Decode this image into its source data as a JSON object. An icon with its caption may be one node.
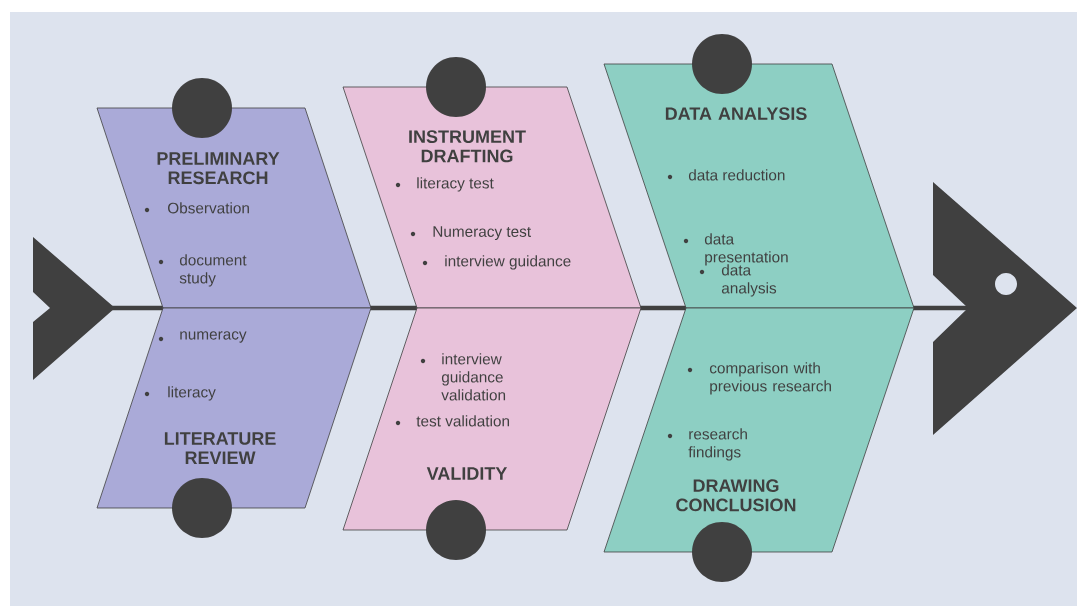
{
  "diagram": {
    "nodes": [
      {
        "text": [
          "PRELIMINARY RESEARCH",
          "Observation",
          "document study"
        ]
      },
      {
        "text": [
          "numeracy",
          "literacy",
          "LITERATURE REVIEW"
        ]
      },
      {
        "text": [
          "INSTRUMENT DRAFTING",
          "literacy test",
          "Numeracy test",
          "interview guidance"
        ]
      },
      {
        "text": [
          "interview guidance validation",
          "test validation",
          "VALIDITY"
        ]
      },
      {
        "text": [
          "DATA ANALYSIS",
          "data reduction",
          "data presentation",
          "data analysis"
        ]
      },
      {
        "text": [
          "comparison with previous research",
          "research findings",
          "DRAWING CONCLUSION"
        ]
      }
    ]
  }
}
